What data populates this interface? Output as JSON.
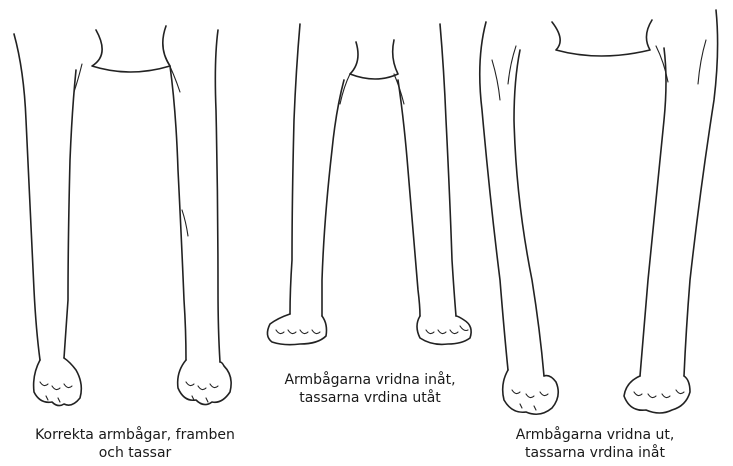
{
  "captions": {
    "left": {
      "line1": "Korrekta armbågar, framben",
      "line2": "och tassar"
    },
    "middle": {
      "line1": "Armbågarna vridna inåt,",
      "line2": "tassarna vrdina utåt"
    },
    "right": {
      "line1": "Armbågarna vridna ut,",
      "line2": "tassarna vrdina inåt"
    }
  },
  "figures": [
    "correct-legs",
    "elbows-in-paws-out",
    "elbows-out-paws-in"
  ]
}
